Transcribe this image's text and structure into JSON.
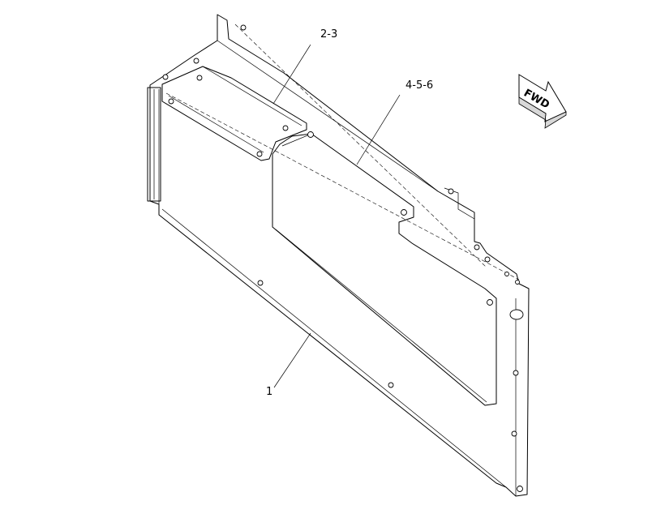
{
  "callouts": {
    "part_1": "1",
    "parts_2_3": "2-3",
    "parts_4_5_6": "4-5-6"
  },
  "direction_indicator": {
    "label": "FWD",
    "icon": "forward-arrow-icon"
  }
}
